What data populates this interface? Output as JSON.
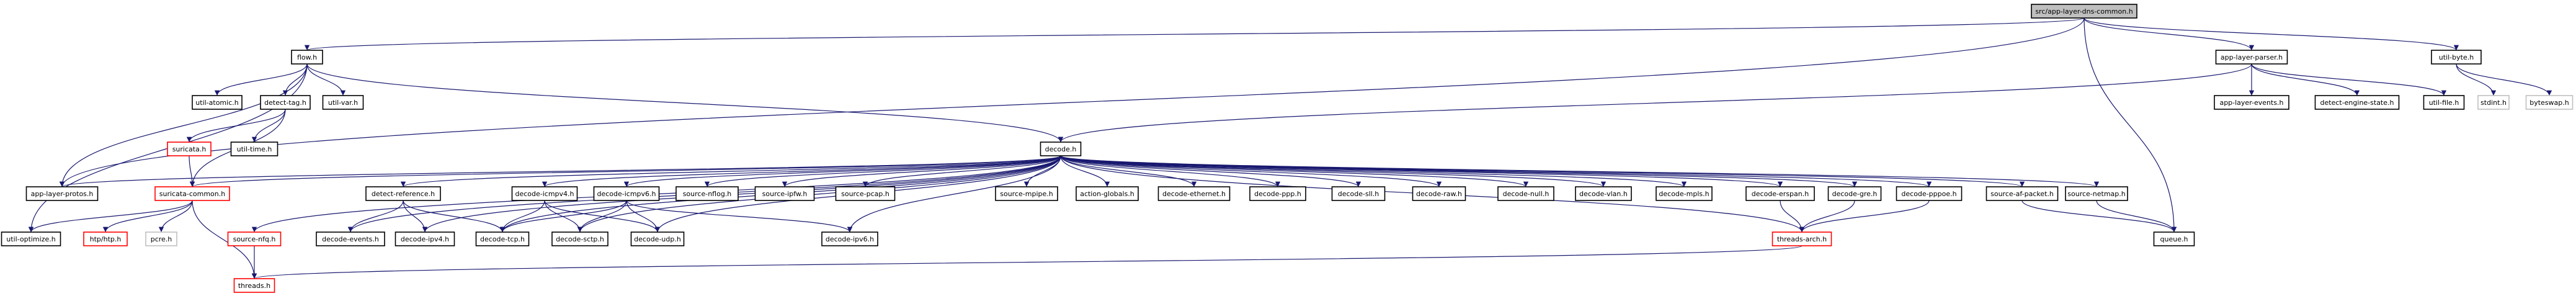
{
  "colors": {
    "edge": "#191970",
    "node_border": "#000000",
    "node_border_undocumented": "#ff0000",
    "node_border_external": "#bfbfbf",
    "root_fill": "#bfbfbf",
    "node_fill": "#ffffff"
  },
  "nodes": [
    {
      "id": "root",
      "label": "src/app-layer-dns-common.h",
      "kind": "root"
    },
    {
      "id": "flow",
      "label": "flow.h",
      "kind": "normal"
    },
    {
      "id": "appparser",
      "label": "app-layer-parser.h",
      "kind": "normal"
    },
    {
      "id": "utilbyte",
      "label": "util-byte.h",
      "kind": "normal"
    },
    {
      "id": "atomic",
      "label": "util-atomic.h",
      "kind": "normal"
    },
    {
      "id": "detecttag",
      "label": "detect-tag.h",
      "kind": "normal"
    },
    {
      "id": "utilvar",
      "label": "util-var.h",
      "kind": "normal"
    },
    {
      "id": "appevents",
      "label": "app-layer-events.h",
      "kind": "normal"
    },
    {
      "id": "enginestate",
      "label": "detect-engine-state.h",
      "kind": "normal"
    },
    {
      "id": "utilfile",
      "label": "util-file.h",
      "kind": "normal"
    },
    {
      "id": "stdint",
      "label": "stdint.h",
      "kind": "external"
    },
    {
      "id": "byteswap",
      "label": "byteswap.h",
      "kind": "external"
    },
    {
      "id": "suricata",
      "label": "suricata.h",
      "kind": "undocumented"
    },
    {
      "id": "utiltime",
      "label": "util-time.h",
      "kind": "normal"
    },
    {
      "id": "decode",
      "label": "decode.h",
      "kind": "normal"
    },
    {
      "id": "protos",
      "label": "app-layer-protos.h",
      "kind": "normal"
    },
    {
      "id": "common",
      "label": "suricata-common.h",
      "kind": "undocumented"
    },
    {
      "id": "detectref",
      "label": "detect-reference.h",
      "kind": "normal"
    },
    {
      "id": "icmpv4",
      "label": "decode-icmpv4.h",
      "kind": "normal"
    },
    {
      "id": "icmpv6",
      "label": "decode-icmpv6.h",
      "kind": "normal"
    },
    {
      "id": "nflog",
      "label": "source-nflog.h",
      "kind": "normal"
    },
    {
      "id": "ipfw",
      "label": "source-ipfw.h",
      "kind": "normal"
    },
    {
      "id": "pcap",
      "label": "source-pcap.h",
      "kind": "normal"
    },
    {
      "id": "mpipe",
      "label": "source-mpipe.h",
      "kind": "normal"
    },
    {
      "id": "globals",
      "label": "action-globals.h",
      "kind": "normal"
    },
    {
      "id": "ethernet",
      "label": "decode-ethernet.h",
      "kind": "normal"
    },
    {
      "id": "ppp",
      "label": "decode-ppp.h",
      "kind": "normal"
    },
    {
      "id": "sll",
      "label": "decode-sll.h",
      "kind": "normal"
    },
    {
      "id": "raw",
      "label": "decode-raw.h",
      "kind": "normal"
    },
    {
      "id": "null",
      "label": "decode-null.h",
      "kind": "normal"
    },
    {
      "id": "vlan",
      "label": "decode-vlan.h",
      "kind": "normal"
    },
    {
      "id": "mpls",
      "label": "decode-mpls.h",
      "kind": "normal"
    },
    {
      "id": "erspan",
      "label": "decode-erspan.h",
      "kind": "normal"
    },
    {
      "id": "gre",
      "label": "decode-gre.h",
      "kind": "normal"
    },
    {
      "id": "pppoe",
      "label": "decode-pppoe.h",
      "kind": "normal"
    },
    {
      "id": "afpacket",
      "label": "source-af-packet.h",
      "kind": "normal"
    },
    {
      "id": "netmap",
      "label": "source-netmap.h",
      "kind": "normal"
    },
    {
      "id": "optimize",
      "label": "util-optimize.h",
      "kind": "normal"
    },
    {
      "id": "htp",
      "label": "htp/htp.h",
      "kind": "undocumented"
    },
    {
      "id": "pcre",
      "label": "pcre.h",
      "kind": "external"
    },
    {
      "id": "nfq",
      "label": "source-nfq.h",
      "kind": "undocumented"
    },
    {
      "id": "events",
      "label": "decode-events.h",
      "kind": "normal"
    },
    {
      "id": "ipv4",
      "label": "decode-ipv4.h",
      "kind": "normal"
    },
    {
      "id": "tcp",
      "label": "decode-tcp.h",
      "kind": "normal"
    },
    {
      "id": "sctp",
      "label": "decode-sctp.h",
      "kind": "normal"
    },
    {
      "id": "udp",
      "label": "decode-udp.h",
      "kind": "normal"
    },
    {
      "id": "ipv6",
      "label": "decode-ipv6.h",
      "kind": "normal"
    },
    {
      "id": "threadsarch",
      "label": "threads-arch.h",
      "kind": "undocumented"
    },
    {
      "id": "queue",
      "label": "queue.h",
      "kind": "normal"
    },
    {
      "id": "threads",
      "label": "threads.h",
      "kind": "undocumented"
    }
  ],
  "edges": [
    [
      "root",
      "flow"
    ],
    [
      "root",
      "appparser"
    ],
    [
      "root",
      "utilbyte"
    ],
    [
      "root",
      "protos"
    ],
    [
      "root",
      "queue"
    ],
    [
      "flow",
      "atomic"
    ],
    [
      "flow",
      "detecttag"
    ],
    [
      "flow",
      "utilvar"
    ],
    [
      "flow",
      "decode"
    ],
    [
      "flow",
      "protos"
    ],
    [
      "flow",
      "optimize"
    ],
    [
      "appparser",
      "appevents"
    ],
    [
      "appparser",
      "enginestate"
    ],
    [
      "appparser",
      "utilfile"
    ],
    [
      "appparser",
      "decode"
    ],
    [
      "utilbyte",
      "stdint"
    ],
    [
      "utilbyte",
      "byteswap"
    ],
    [
      "detecttag",
      "suricata"
    ],
    [
      "detecttag",
      "utiltime"
    ],
    [
      "detecttag",
      "common"
    ],
    [
      "suricata",
      "common"
    ],
    [
      "common",
      "optimize"
    ],
    [
      "common",
      "htp"
    ],
    [
      "common",
      "pcre"
    ],
    [
      "common",
      "threads"
    ],
    [
      "decode",
      "common"
    ],
    [
      "decode",
      "protos"
    ],
    [
      "decode",
      "detectref"
    ],
    [
      "decode",
      "icmpv4"
    ],
    [
      "decode",
      "icmpv6"
    ],
    [
      "decode",
      "nflog"
    ],
    [
      "decode",
      "ipfw"
    ],
    [
      "decode",
      "pcap"
    ],
    [
      "decode",
      "mpipe"
    ],
    [
      "decode",
      "globals"
    ],
    [
      "decode",
      "ethernet"
    ],
    [
      "decode",
      "ppp"
    ],
    [
      "decode",
      "sll"
    ],
    [
      "decode",
      "raw"
    ],
    [
      "decode",
      "null"
    ],
    [
      "decode",
      "vlan"
    ],
    [
      "decode",
      "mpls"
    ],
    [
      "decode",
      "erspan"
    ],
    [
      "decode",
      "gre"
    ],
    [
      "decode",
      "pppoe"
    ],
    [
      "decode",
      "afpacket"
    ],
    [
      "decode",
      "netmap"
    ],
    [
      "decode",
      "nfq"
    ],
    [
      "decode",
      "events"
    ],
    [
      "decode",
      "ipv4"
    ],
    [
      "decode",
      "tcp"
    ],
    [
      "decode",
      "sctp"
    ],
    [
      "decode",
      "udp"
    ],
    [
      "decode",
      "ipv6"
    ],
    [
      "decode",
      "threadsarch"
    ],
    [
      "detectref",
      "events"
    ],
    [
      "detectref",
      "ipv4"
    ],
    [
      "detectref",
      "tcp"
    ],
    [
      "icmpv4",
      "tcp"
    ],
    [
      "icmpv4",
      "sctp"
    ],
    [
      "icmpv4",
      "udp"
    ],
    [
      "icmpv6",
      "tcp"
    ],
    [
      "icmpv6",
      "sctp"
    ],
    [
      "icmpv6",
      "udp"
    ],
    [
      "icmpv6",
      "ipv6"
    ],
    [
      "nfq",
      "threads"
    ],
    [
      "threadsarch",
      "threads"
    ],
    [
      "erspan",
      "threadsarch"
    ],
    [
      "gre",
      "threadsarch"
    ],
    [
      "pppoe",
      "threadsarch"
    ],
    [
      "afpacket",
      "queue"
    ],
    [
      "netmap",
      "queue"
    ]
  ]
}
